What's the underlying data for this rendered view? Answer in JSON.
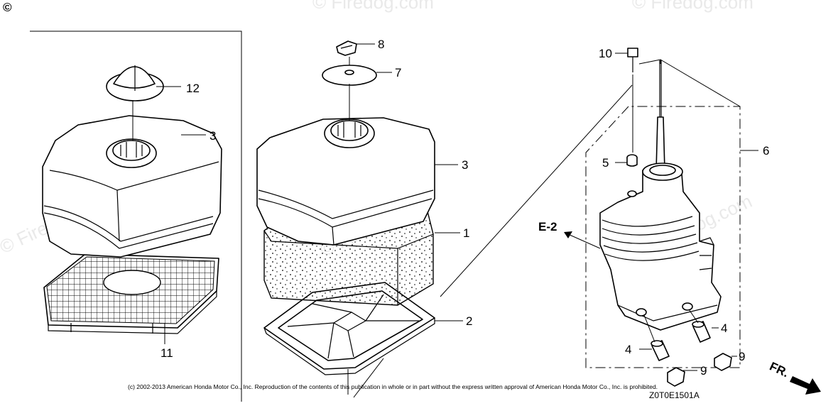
{
  "copyright_symbol": "©",
  "watermark": "© Firedog.com",
  "callouts": {
    "c12": "12",
    "c3a": "3",
    "c11": "11",
    "c8": "8",
    "c7": "7",
    "c3b": "3",
    "c1": "1",
    "c2": "2",
    "c10": "10",
    "c5": "5",
    "c6": "6",
    "c4a": "4",
    "c4b": "4",
    "c9a": "9",
    "c9b": "9"
  },
  "reference": "E-2",
  "direction": "FR.",
  "copyright_notice": "(c) 2002-2013 American Honda Motor Co., Inc. Reproduction of the contents of this publication in whole or in part without the express written approval of American Honda Motor Co., Inc. is prohibited.",
  "diagram_code": "Z0T0E1501A"
}
